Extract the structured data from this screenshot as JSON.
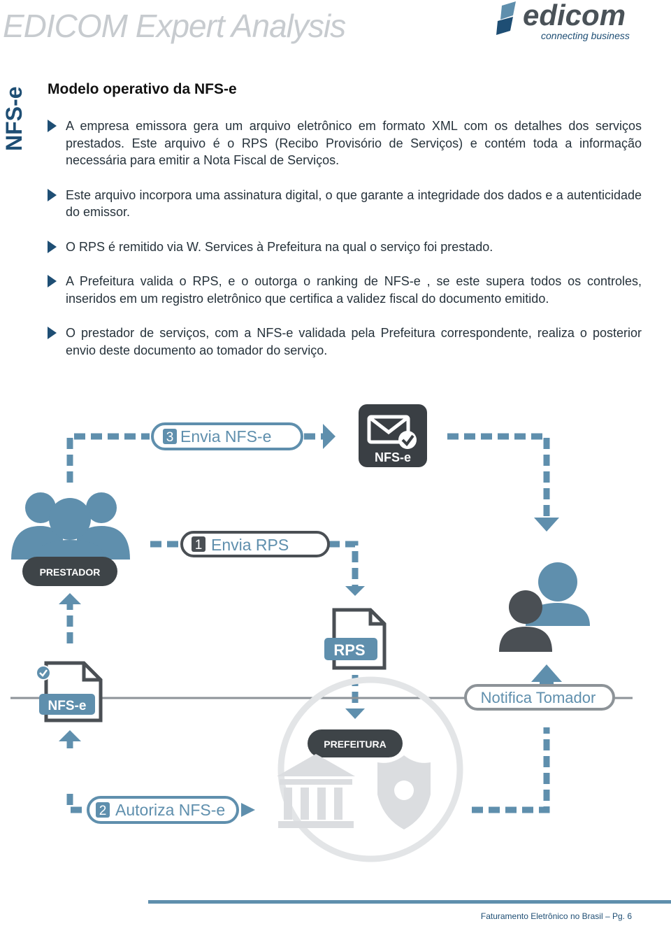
{
  "header": {
    "title": "EDICOM Expert Analysis"
  },
  "logo": {
    "name": "edicom",
    "tagline": "connecting business"
  },
  "side_label": "NFS-e",
  "section_title": "Modelo operativo da NFS-e",
  "bullets": [
    "A empresa emissora gera um arquivo eletrônico em formato XML com os detalhes dos serviços prestados. Este arquivo é o RPS (Recibo Provisório de Serviços) e contém toda a informação necessária para emitir a Nota Fiscal de Serviços.",
    "Este arquivo incorpora uma assinatura digital, o que garante a integridade dos dados e a autenticidade do emissor.",
    "O RPS é remitido via W. Services à Prefeitura na qual o serviço foi prestado.",
    "A Prefeitura valida o RPS, e o outorga o ranking de NFS-e , se este supera todos os controles, inseridos em um registro eletrônico que certifica a validez fiscal do documento emitido.",
    "O prestador de serviços, com a NFS-e validada pela Prefeitura correspondente, realiza o posterior envio deste documento ao tomador do serviço."
  ],
  "diagram": {
    "step1_num": "1",
    "step1_label": "Envia RPS",
    "step2_num": "2",
    "step2_label": "Autoriza NFS-e",
    "step3_num": "3",
    "step3_label": "Envia NFS-e",
    "notify_label": "Notifica Tomador",
    "prestador_label": "PRESTADOR",
    "prefeitura_label": "PREFEITURA",
    "rps_doc_label": "RPS",
    "nfse_doc_label": "NFS-e",
    "nfse_mail_label": "NFS-e"
  },
  "footer": {
    "text": "Faturamento Eletrônico no Brasil – Pg. 6"
  },
  "colors": {
    "brand": "#1e4e74",
    "accent": "#5f8fad",
    "dark": "#4a4f54",
    "light_gray": "#c7cbcf"
  }
}
